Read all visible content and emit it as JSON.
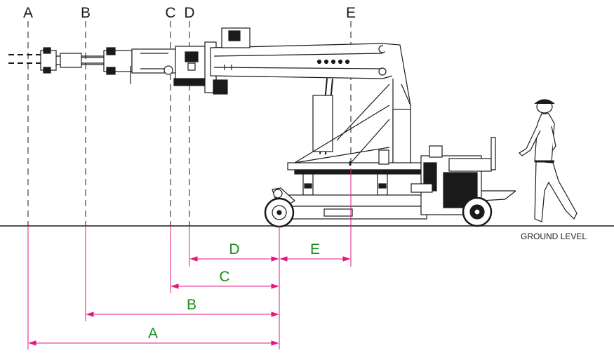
{
  "reference_labels": {
    "a": "A",
    "b": "B",
    "c": "C",
    "d": "D",
    "e": "E"
  },
  "dimension_labels": {
    "a": "A",
    "b": "B",
    "c": "C",
    "d": "D",
    "e": "E"
  },
  "ground_label": "GROUND LEVEL",
  "colors": {
    "dimension_line": "#e0197d",
    "dimension_text": "#1a8a1a",
    "drawing_line": "#1a1a1a",
    "reference_text": "#1a1a1a"
  },
  "icons": {
    "machine": "mini-crane-side-view",
    "person": "walking-worker-figure"
  }
}
